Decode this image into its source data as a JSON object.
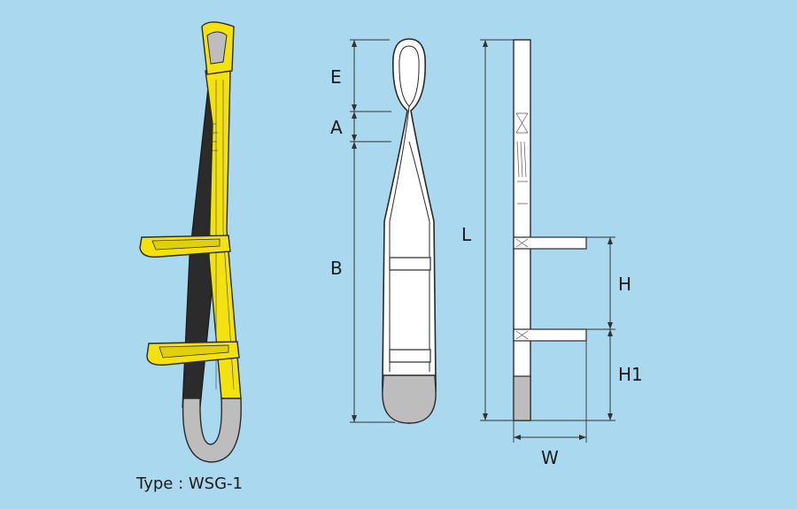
{
  "caption": "Type : WSG-1",
  "labels": {
    "E": "E",
    "A": "A",
    "B": "B",
    "L": "L",
    "H": "H",
    "H1": "H1",
    "W": "W"
  },
  "colors": {
    "background": "#a9d8ef",
    "sling_yellow": "#f3e20f",
    "sling_dark": "#2b2b2b",
    "eye_sleeve_gray": "#bdbdbd",
    "drawing_white": "#ffffff",
    "outline": "#2a2a2a"
  }
}
